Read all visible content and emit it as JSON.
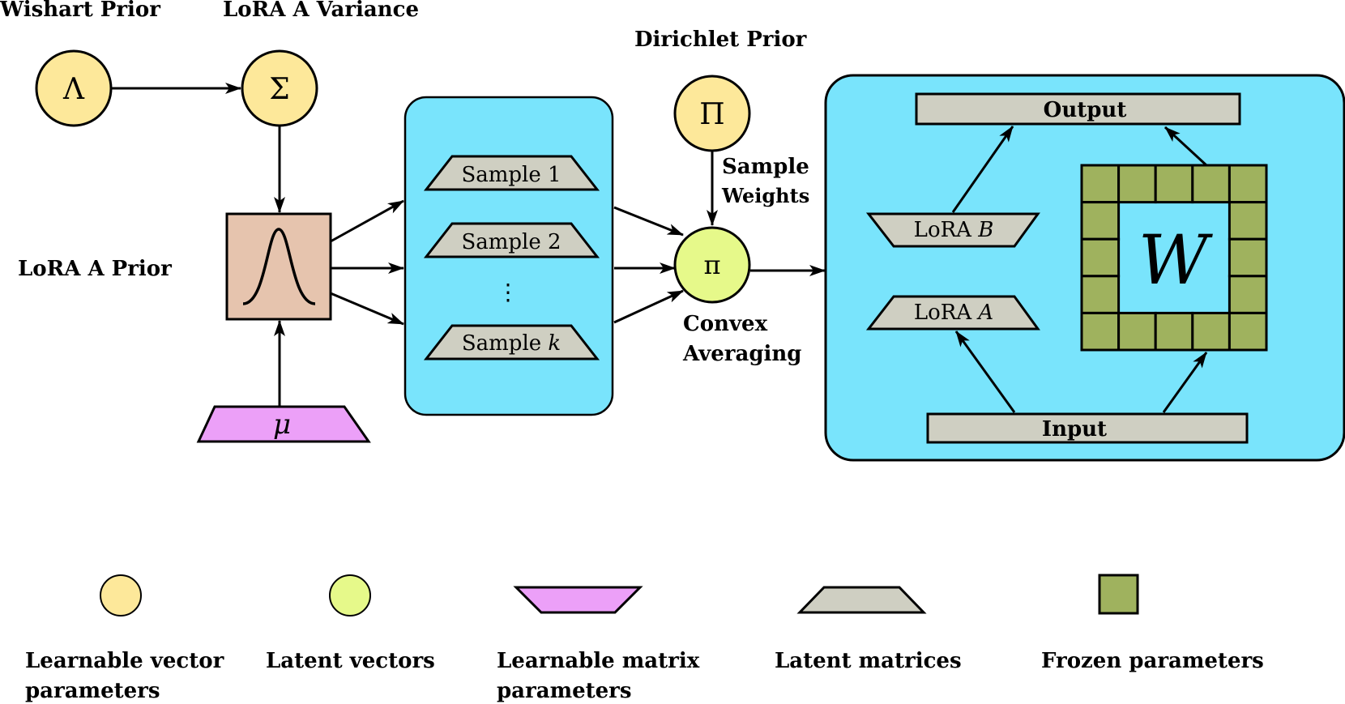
{
  "labels": {
    "wishart_prior": "Wishart Prior",
    "lora_a_variance": "LoRA A Variance",
    "dirichlet_prior": "Dirichlet Prior",
    "lora_a_prior": "LoRA A Prior",
    "sample_weights_1": "Sample",
    "sample_weights_2": "Weights",
    "convex_averaging_1": "Convex",
    "convex_averaging_2": "Averaging"
  },
  "nodes": {
    "lambda": "Λ",
    "sigma": "Σ",
    "pi_upper": "Π",
    "pi_lower": "π",
    "mu": "μ"
  },
  "samples": {
    "s1": "Sample 1",
    "s2": "Sample 2",
    "dots": "⋮",
    "sk_prefix": "Sample ",
    "sk_var": "k"
  },
  "model": {
    "output": "Output",
    "input": "Input",
    "lora_b_prefix": "LoRA ",
    "lora_b_var": "B",
    "lora_a_prefix": "LoRA ",
    "lora_a_var": "A",
    "w": "W"
  },
  "legend": {
    "learnable_vector_1": "Learnable vector",
    "learnable_vector_2": "parameters",
    "latent_vectors": "Latent vectors",
    "learnable_matrix_1": "Learnable matrix",
    "learnable_matrix_2": "parameters",
    "latent_matrices": "Latent matrices",
    "frozen_parameters": "Frozen parameters"
  },
  "colors": {
    "learnable_vector": "#FDE89A",
    "latent_vector": "#E6F98A",
    "learnable_matrix": "#ECA0F8",
    "latent_matrix": "#CFCFC2",
    "frozen": "#9FB25E",
    "panel": "#79E4FC",
    "prior_box": "#E6C4AE"
  }
}
